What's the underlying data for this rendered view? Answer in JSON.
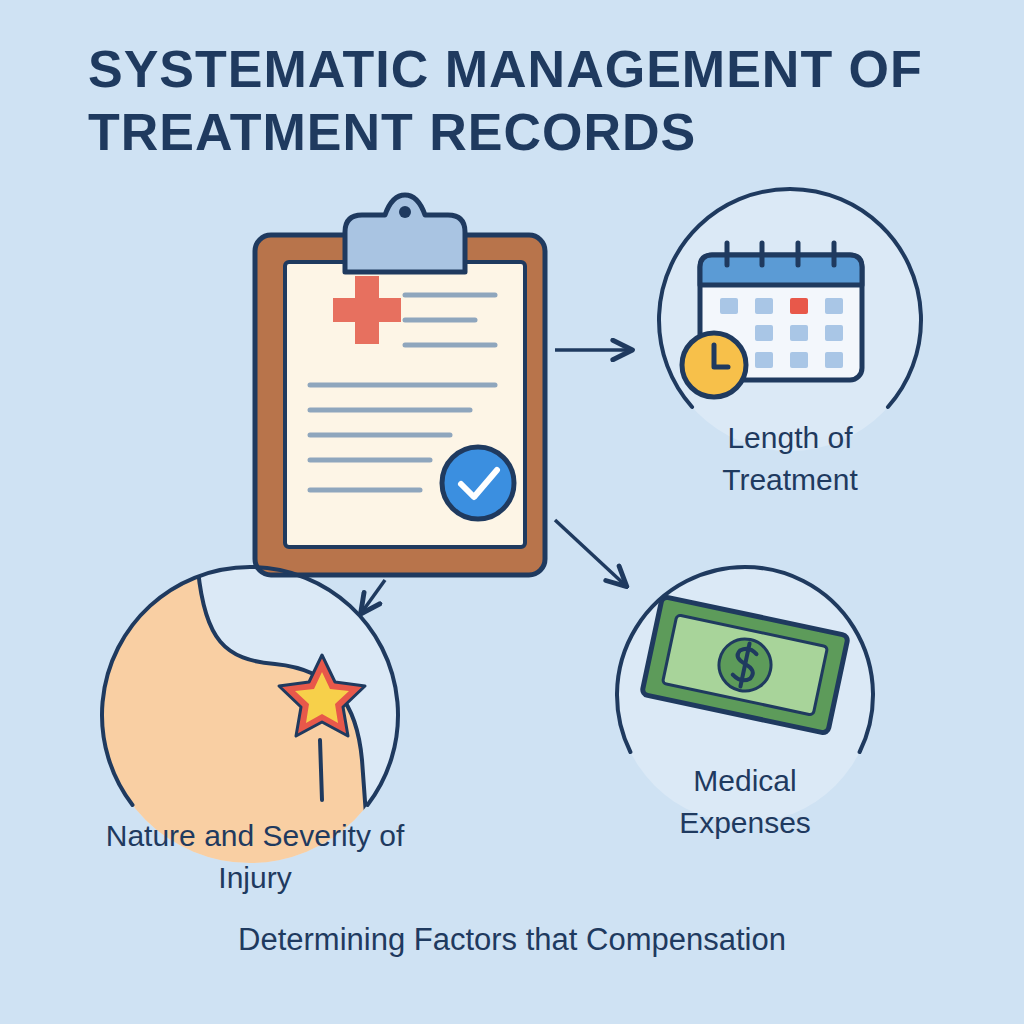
{
  "diagram": {
    "title": "SYSTEMATIC MANAGEMENT OF TREATMENT RECORDS",
    "caption": "Determining Factors that Compensation",
    "nodes": [
      {
        "text": [
          "Length of Treatment"
        ]
      },
      {
        "text": [
          "Nature and Severity of Injury"
        ]
      },
      {
        "text": [
          "Medical Expenses"
        ]
      }
    ]
  }
}
